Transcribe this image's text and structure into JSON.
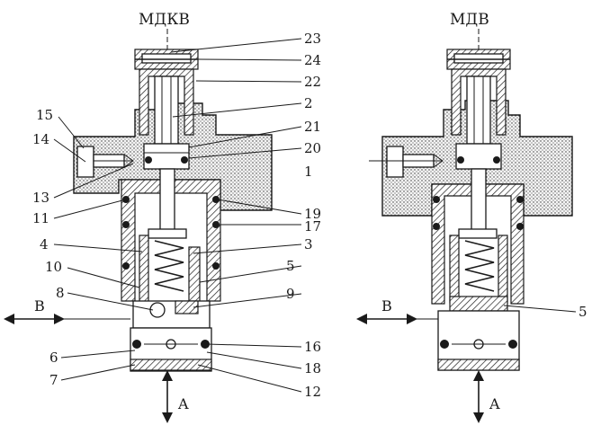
{
  "titles": {
    "left": "МДКВ",
    "right": "МДВ"
  },
  "left_labels": {
    "n23": "23",
    "n24": "24",
    "n22": "22",
    "n2": "2",
    "n21": "21",
    "n20": "20",
    "n1": "1",
    "n19": "19",
    "n17": "17",
    "n3": "3",
    "n5": "5",
    "n9": "9",
    "n16": "16",
    "n18": "18",
    "n12": "12",
    "n15": "15",
    "n14": "14",
    "n13": "13",
    "n11": "11",
    "n4": "4",
    "n10": "10",
    "n8": "8",
    "n6": "6",
    "n7": "7"
  },
  "right_labels": {
    "n5": "5"
  },
  "ports": {
    "left_b": "B",
    "left_a": "A",
    "right_b": "B",
    "right_a": "A"
  },
  "colors": {
    "ink": "#1a1a1a",
    "background": "#ffffff"
  }
}
